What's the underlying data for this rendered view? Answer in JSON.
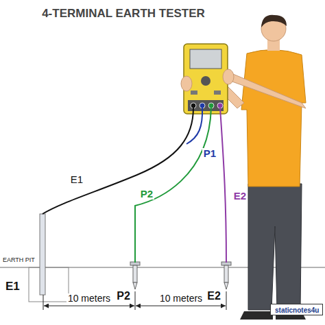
{
  "diagram": {
    "title": "4-TERMINAL EARTH TESTER",
    "nodes": [
      {
        "text": [
          "staticnotes4u"
        ]
      }
    ],
    "labels": [
      "E1",
      "P1",
      "P2",
      "E2",
      "EARTH PIT",
      "E1",
      "P2",
      "E2",
      "10 meters",
      "10 meters"
    ]
  }
}
